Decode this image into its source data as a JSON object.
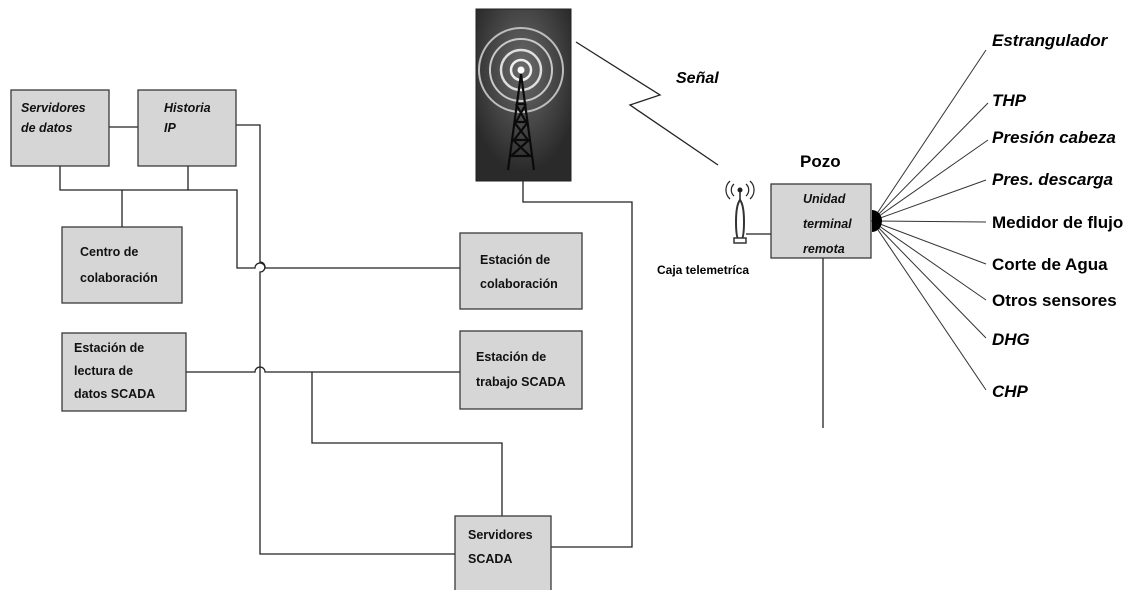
{
  "boxes": {
    "servidores_datos": [
      "Servidores",
      "de datos"
    ],
    "historia_ip": [
      "Historia",
      "IP"
    ],
    "centro_colaboracion": [
      "Centro de",
      "colaboración"
    ],
    "estacion_colaboracion": [
      "Estación de",
      "colaboración"
    ],
    "estacion_lectura": [
      "Estación de",
      "lectura de",
      "datos SCADA"
    ],
    "estacion_trabajo": [
      "Estación de",
      "trabajo SCADA"
    ],
    "servidores_scada": [
      "Servidores",
      "SCADA"
    ],
    "unidad_terminal": [
      "Unidad",
      "terminal",
      "remota"
    ]
  },
  "labels": {
    "signal": "Señal",
    "well": "Pozo",
    "telemetry_box": "Caja telemetríca"
  },
  "sensors": [
    "Estrangulador",
    "THP",
    "Presión cabeza",
    "Pres. descarga",
    "Medidor de flujo",
    "Corte de Agua",
    "Otros sensores",
    "DHG",
    "CHP"
  ]
}
